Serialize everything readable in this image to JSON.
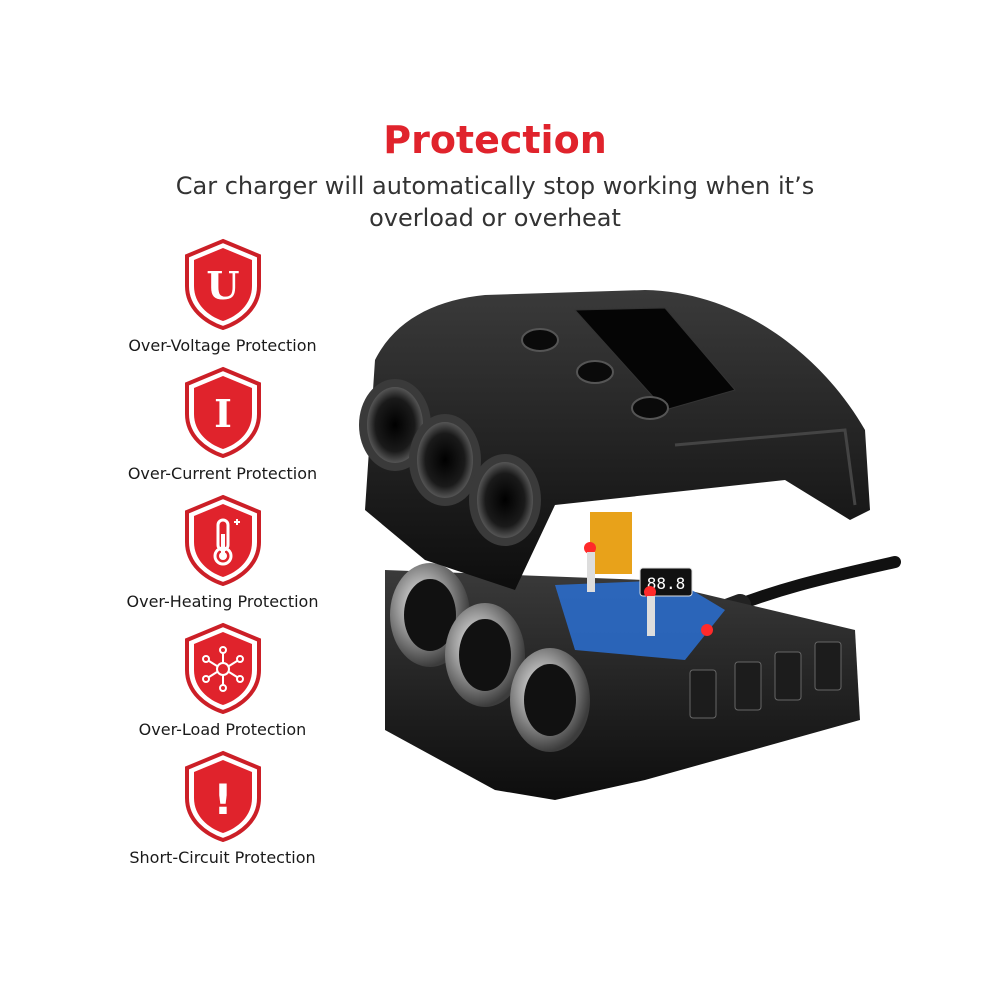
{
  "header": {
    "title": "Protection",
    "subtitle_line1": "Car charger will automatically stop working when it’s",
    "subtitle_line2": "overload or overheat"
  },
  "colors": {
    "accent_red": "#e0232c",
    "shield_border": "#cc1f27",
    "device_black": "#141414",
    "pcb_blue": "#2a6fd1"
  },
  "features": [
    {
      "label": "Over-Voltage Protection",
      "icon": "shield-u-icon",
      "glyph": "U"
    },
    {
      "label": "Over-Current Protection",
      "icon": "shield-i-icon",
      "glyph": "I"
    },
    {
      "label": "Over-Heating Protection",
      "icon": "shield-thermometer-icon",
      "glyph": ""
    },
    {
      "label": "Over-Load Protection",
      "icon": "shield-network-icon",
      "glyph": ""
    },
    {
      "label": "Short-Circuit Protection",
      "icon": "shield-exclamation-icon",
      "glyph": "!"
    }
  ],
  "display_readout": "88.8"
}
